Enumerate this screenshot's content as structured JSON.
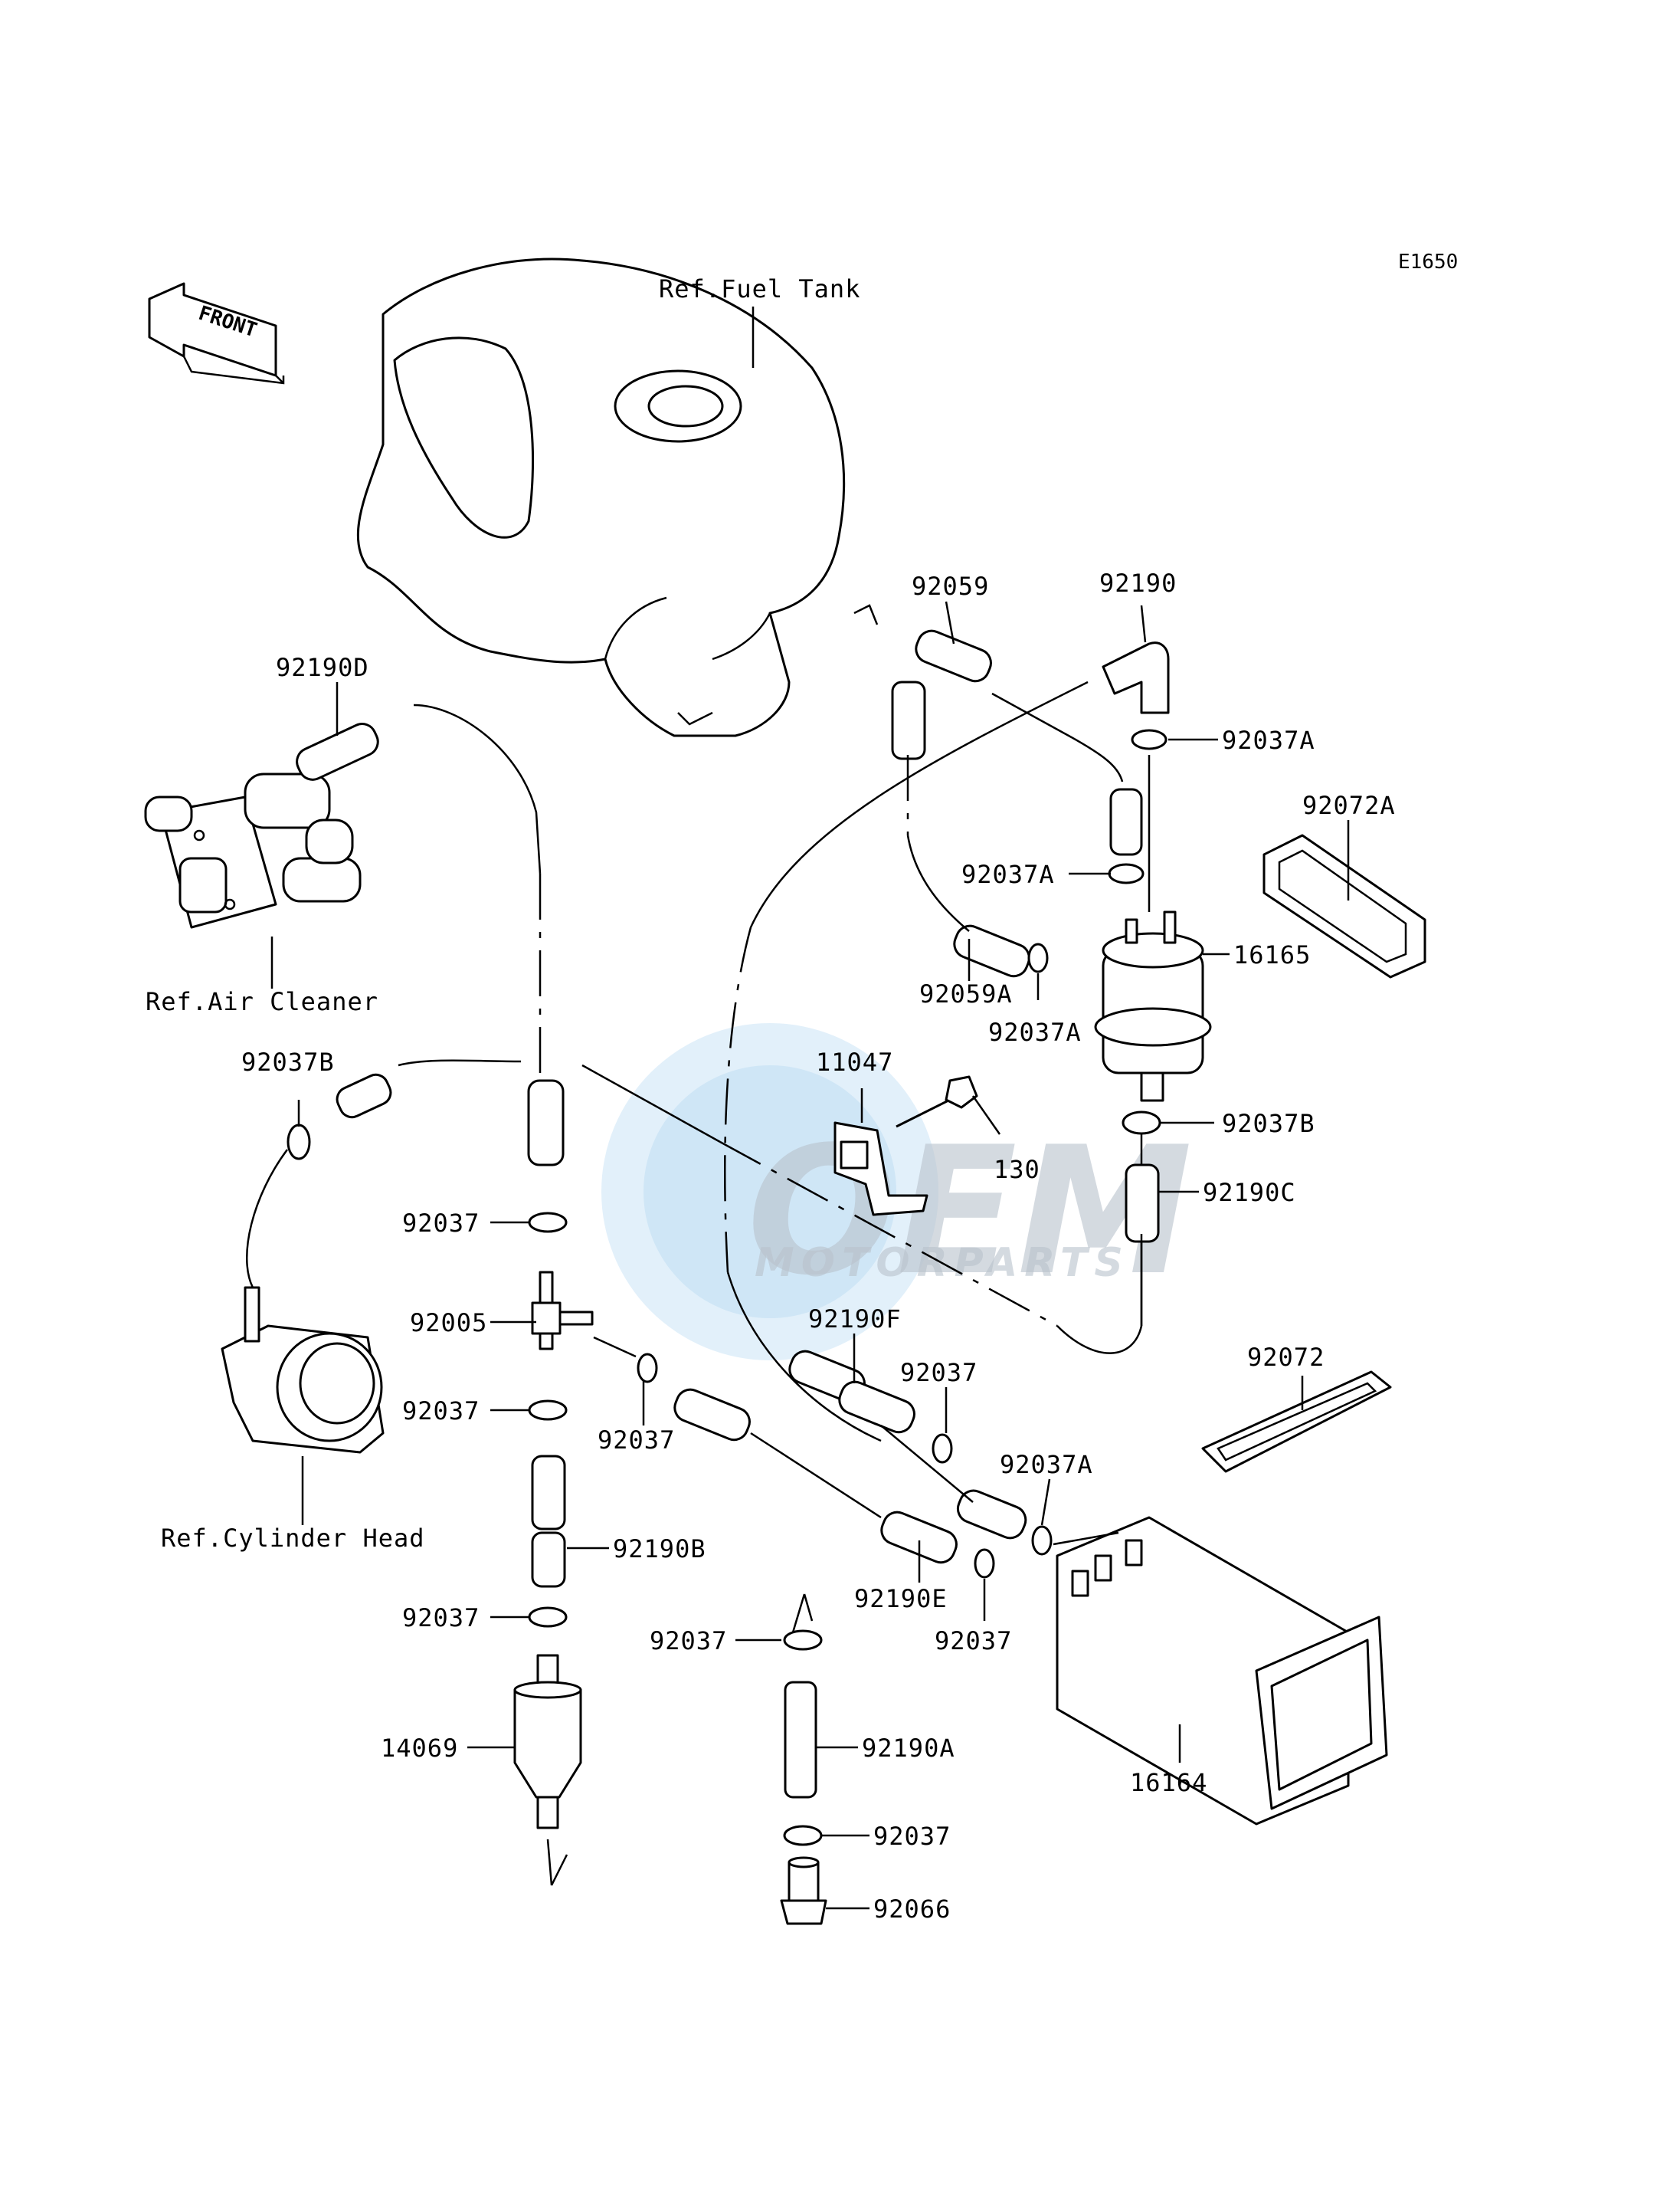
{
  "diagram_code": "E1650",
  "front_arrow_label": "FRONT",
  "watermark": {
    "brand": "OEM",
    "tagline": "MOTORPARTS",
    "color": "#4aa3df"
  },
  "references": {
    "fuel_tank": "Ref.Fuel Tank",
    "air_cleaner": "Ref.Air Cleaner",
    "cylinder_head": "Ref.Cylinder Head"
  },
  "part_labels": [
    "92059",
    "92190",
    "92037A",
    "92072A",
    "92190D",
    "92037A",
    "16165",
    "92059A",
    "92037A",
    "11047",
    "92037B",
    "92037B",
    "130",
    "92190C",
    "92037",
    "92005",
    "92037",
    "92037",
    "92190F",
    "92037",
    "92072",
    "92037A",
    "92190B",
    "92190E",
    "92037",
    "92037",
    "92037",
    "16164",
    "14069",
    "92190A",
    "92037",
    "92066"
  ]
}
